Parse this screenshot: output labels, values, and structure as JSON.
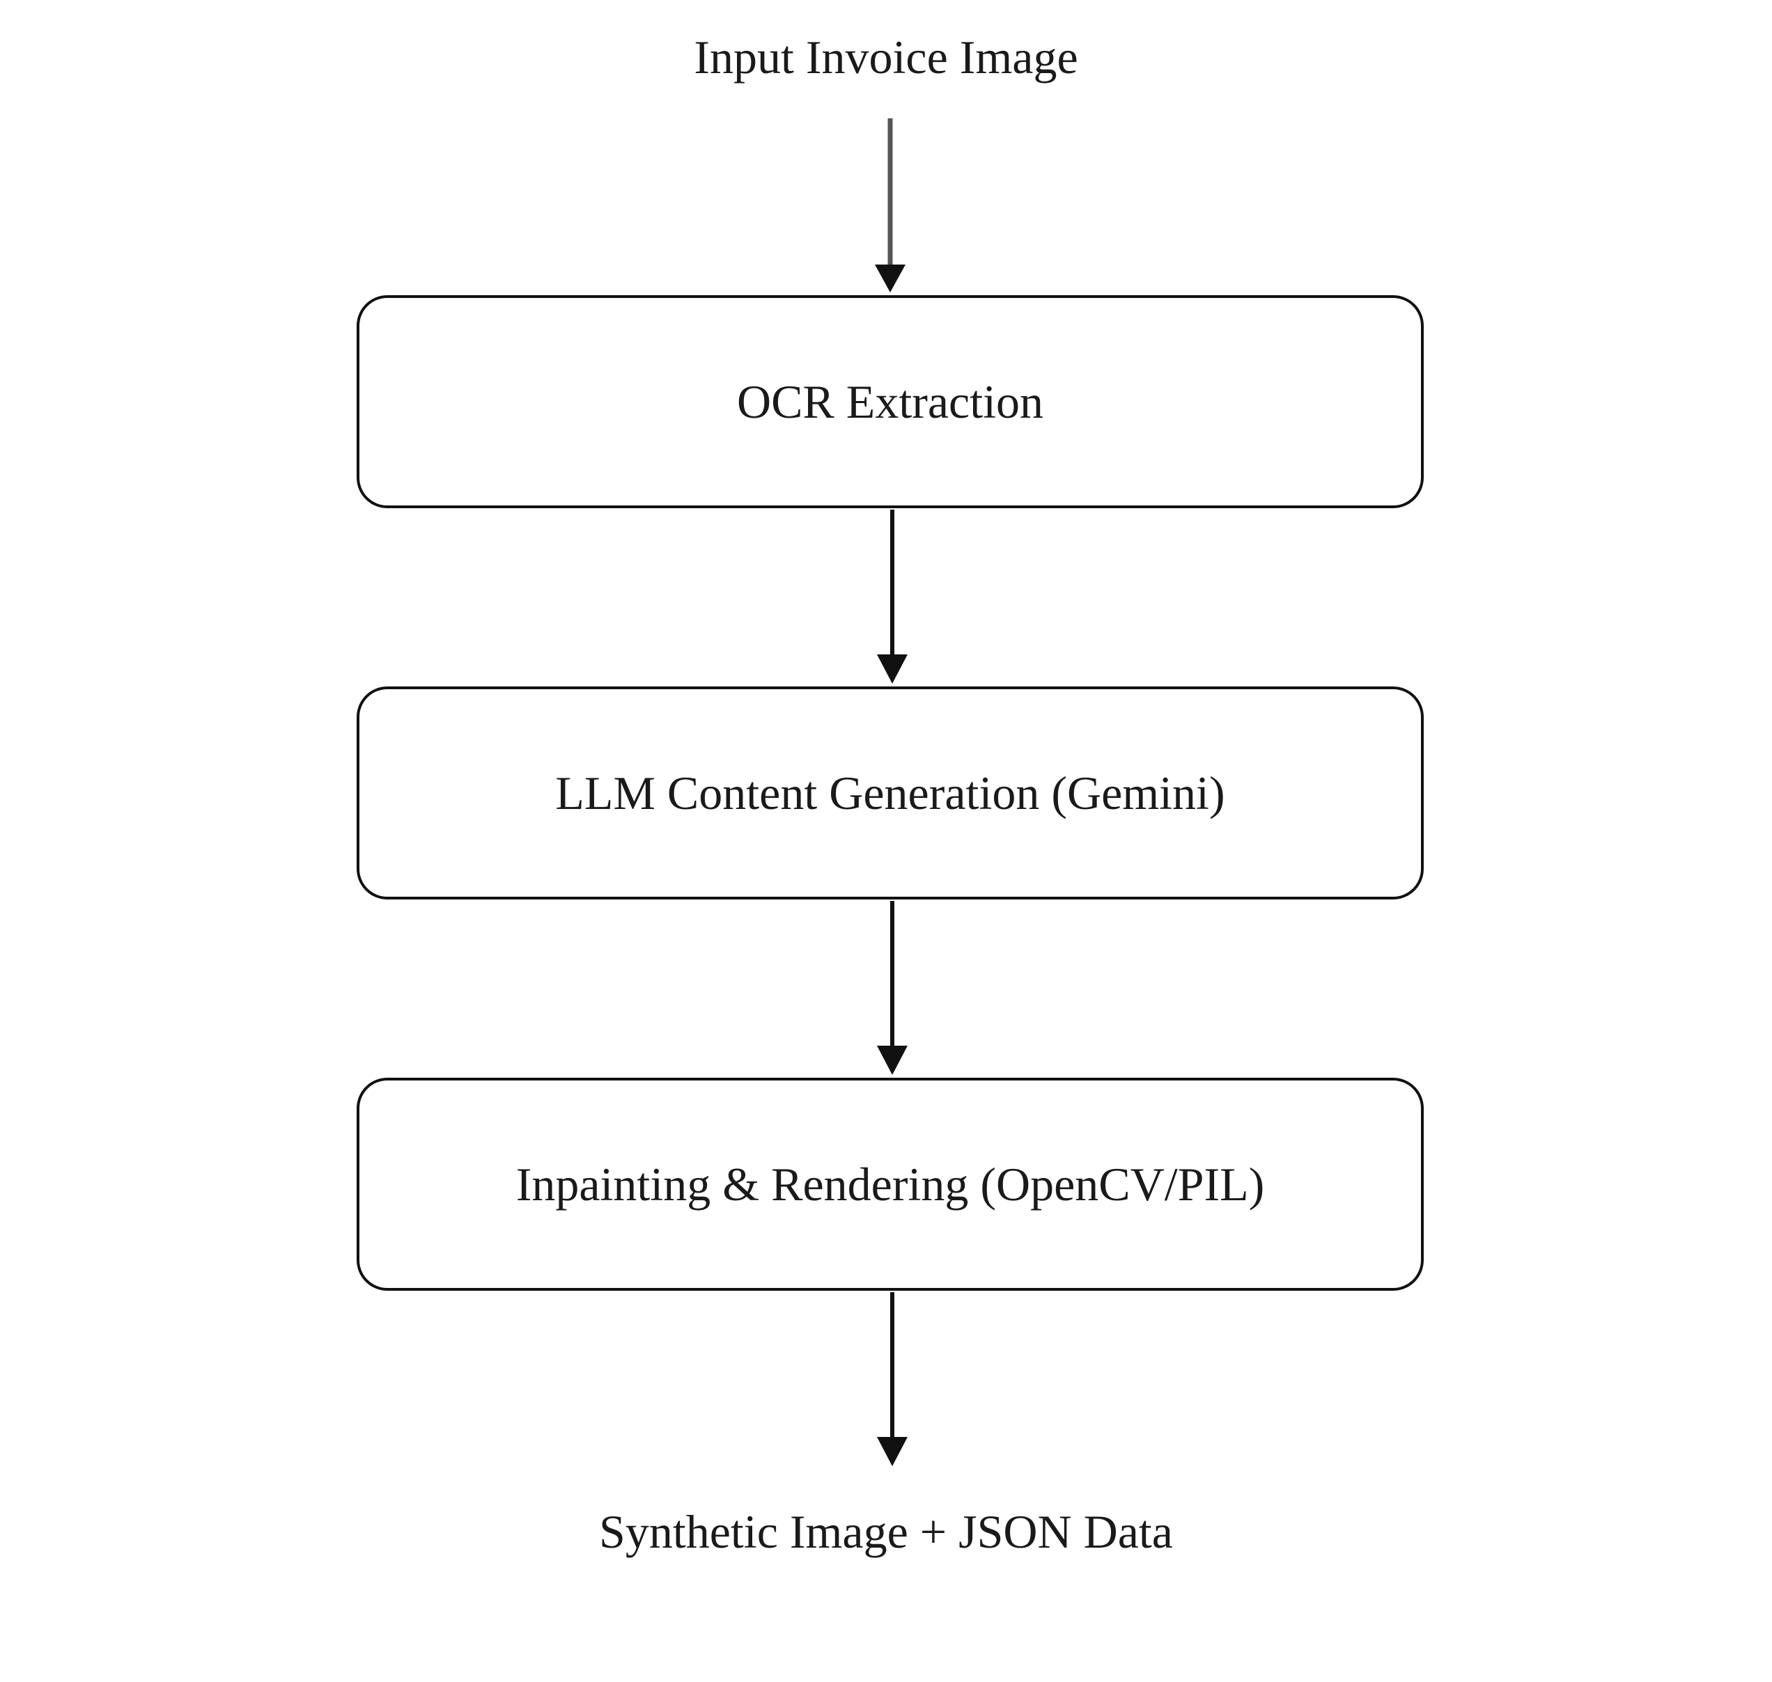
{
  "diagram": {
    "input_label": "Input Invoice Image",
    "steps": [
      {
        "label": "OCR Extraction"
      },
      {
        "label": "LLM Content Generation (Gemini)"
      },
      {
        "label": "Inpainting & Rendering (OpenCV/PIL)"
      }
    ],
    "output_label": "Synthetic Image + JSON Data"
  }
}
